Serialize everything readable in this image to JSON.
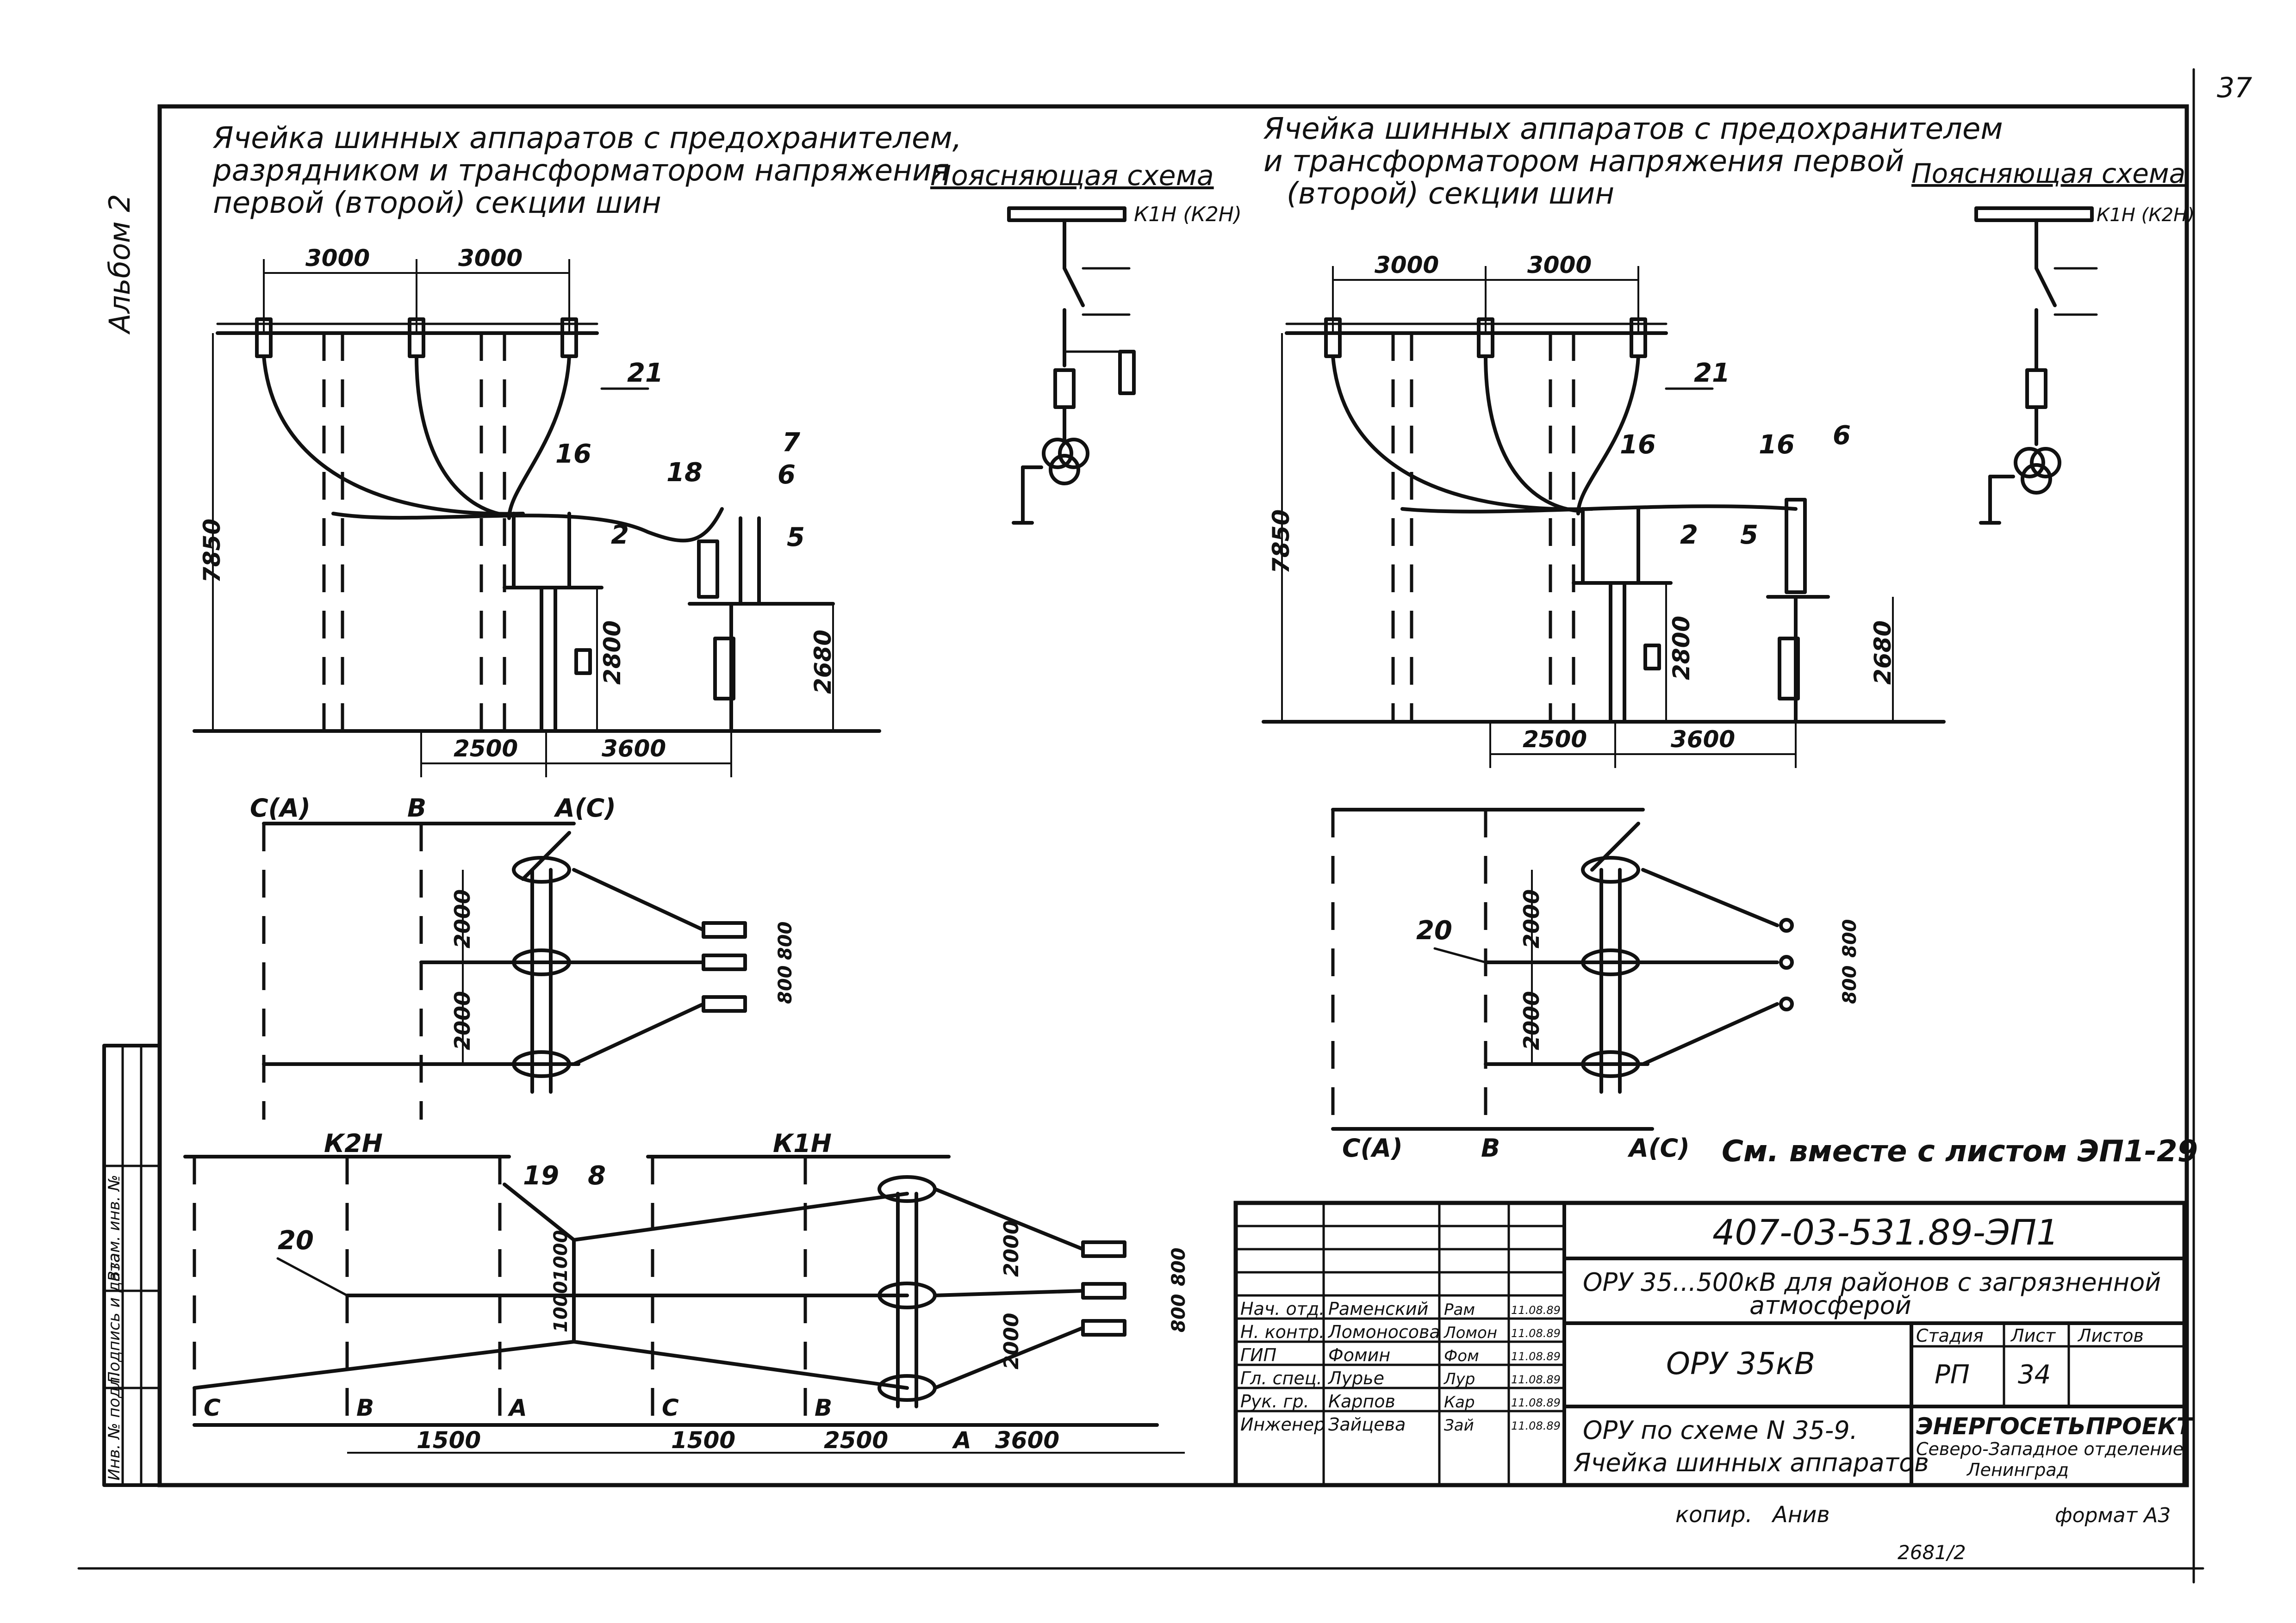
{
  "sheet": {
    "page_number": "37",
    "album": "Альбом 2",
    "note_see_with": "См. вместе с листом ЭП1-29",
    "copy": "копир.",
    "copier": "Анив",
    "format": "формат А3",
    "archive_number": "2681/2"
  },
  "left_diagram": {
    "title_line1": "Ячейка шинных аппаратов с предохранителем,",
    "title_line2": "разрядником и трансформатором напряжения",
    "title_line3": "первой (второй) секции шин",
    "dim_3000_a": "3000",
    "dim_3000_b": "3000",
    "dim_7850": "7850",
    "dim_2800": "2800",
    "dim_2680": "2680",
    "dim_2500": "2500",
    "dim_3600": "3600",
    "pos_21": "21",
    "pos_16": "16",
    "pos_18": "18",
    "pos_7": "7",
    "pos_6": "6",
    "pos_2": "2",
    "pos_5": "5"
  },
  "left_schematic": {
    "title": "Поясняющая схема",
    "bus_label": "К1Н (К2Н)"
  },
  "right_diagram": {
    "title_line1": "Ячейка шинных аппаратов с предохранителем",
    "title_line2": "и трансформатором напряжения первой",
    "title_line3": "(второй) секции шин",
    "dim_3000_a": "3000",
    "dim_3000_b": "3000",
    "dim_7850": "7850",
    "dim_2800": "2800",
    "dim_2680": "2680",
    "dim_2500": "2500",
    "dim_3600": "3600",
    "pos_21": "21",
    "pos_16a": "16",
    "pos_16b": "16",
    "pos_6": "6",
    "pos_2": "2",
    "pos_5": "5"
  },
  "right_schematic": {
    "title": "Поясняющая схема",
    "bus_label": "К1Н (К2Н)"
  },
  "plan_left": {
    "label_ca": "С(А)",
    "label_b": "В",
    "label_ac": "А(С)",
    "dim_2000_a": "2000",
    "dim_2000_b": "2000",
    "dim_800_a": "800",
    "dim_800_b": "800"
  },
  "plan_right": {
    "label_ca": "С(А)",
    "label_b": "В",
    "label_ac": "А(С)",
    "pos_20": "20",
    "dim_2000_a": "2000",
    "dim_2000_b": "2000",
    "dim_800_a": "800",
    "dim_800_b": "800"
  },
  "plan_bottom": {
    "label_k2n": "К2Н",
    "label_k1n": "К1Н",
    "pos_20": "20",
    "pos_19": "19",
    "pos_8": "8",
    "dim_1000_a": "1000",
    "dim_1000_b": "1000",
    "dim_2000_a": "2000",
    "dim_2000_b": "2000",
    "dim_800_a": "800",
    "dim_800_b": "800",
    "label_c1": "С",
    "label_b1": "В",
    "label_a1": "А",
    "label_c2": "С",
    "label_b2": "В",
    "label_a2": "А",
    "dim_1500_a": "1500",
    "dim_1500_b": "1500",
    "dim_2500": "2500",
    "dim_3600": "3600"
  },
  "side_stamp": {
    "col1": "Инв. № подл.",
    "col2": "Подпись и дата",
    "col3": "Взам. инв. №"
  },
  "title_block": {
    "doc_number": "407-03-531.89-ЭП1",
    "object_line1": "ОРУ 35...500кВ для районов с загрязненной",
    "object_line2": "атмосферой",
    "part": "ОРУ 35кВ",
    "sheet_title_line1": "ОРУ по схеме N 35-9.",
    "sheet_title_line2": "Ячейка шинных аппаратов",
    "head_stage": "Стадия",
    "head_sheet": "Лист",
    "head_sheets": "Листов",
    "stage": "РП",
    "sheet": "34",
    "org_line1": "ЭНЕРГОСЕТЬПРОЕКТ",
    "org_line2": "Северо-Западное отделение",
    "org_line3": "Ленинград",
    "staff": [
      {
        "role": "Нач. отд.",
        "name": "Раменский",
        "sign": "Рам",
        "date": "11.08.89"
      },
      {
        "role": "Н. контр.",
        "name": "Ломоносова",
        "sign": "Ломон",
        "date": "11.08.89"
      },
      {
        "role": "ГИП",
        "name": "Фомин",
        "sign": "Фом",
        "date": "11.08.89"
      },
      {
        "role": "Гл. спец.",
        "name": "Лурье",
        "sign": "Лур",
        "date": "11.08.89"
      },
      {
        "role": "Рук. гр.",
        "name": "Карпов",
        "sign": "Кар",
        "date": "11.08.89"
      },
      {
        "role": "Инженер",
        "name": "Зайцева",
        "sign": "Зай",
        "date": "11.08.89"
      }
    ]
  }
}
